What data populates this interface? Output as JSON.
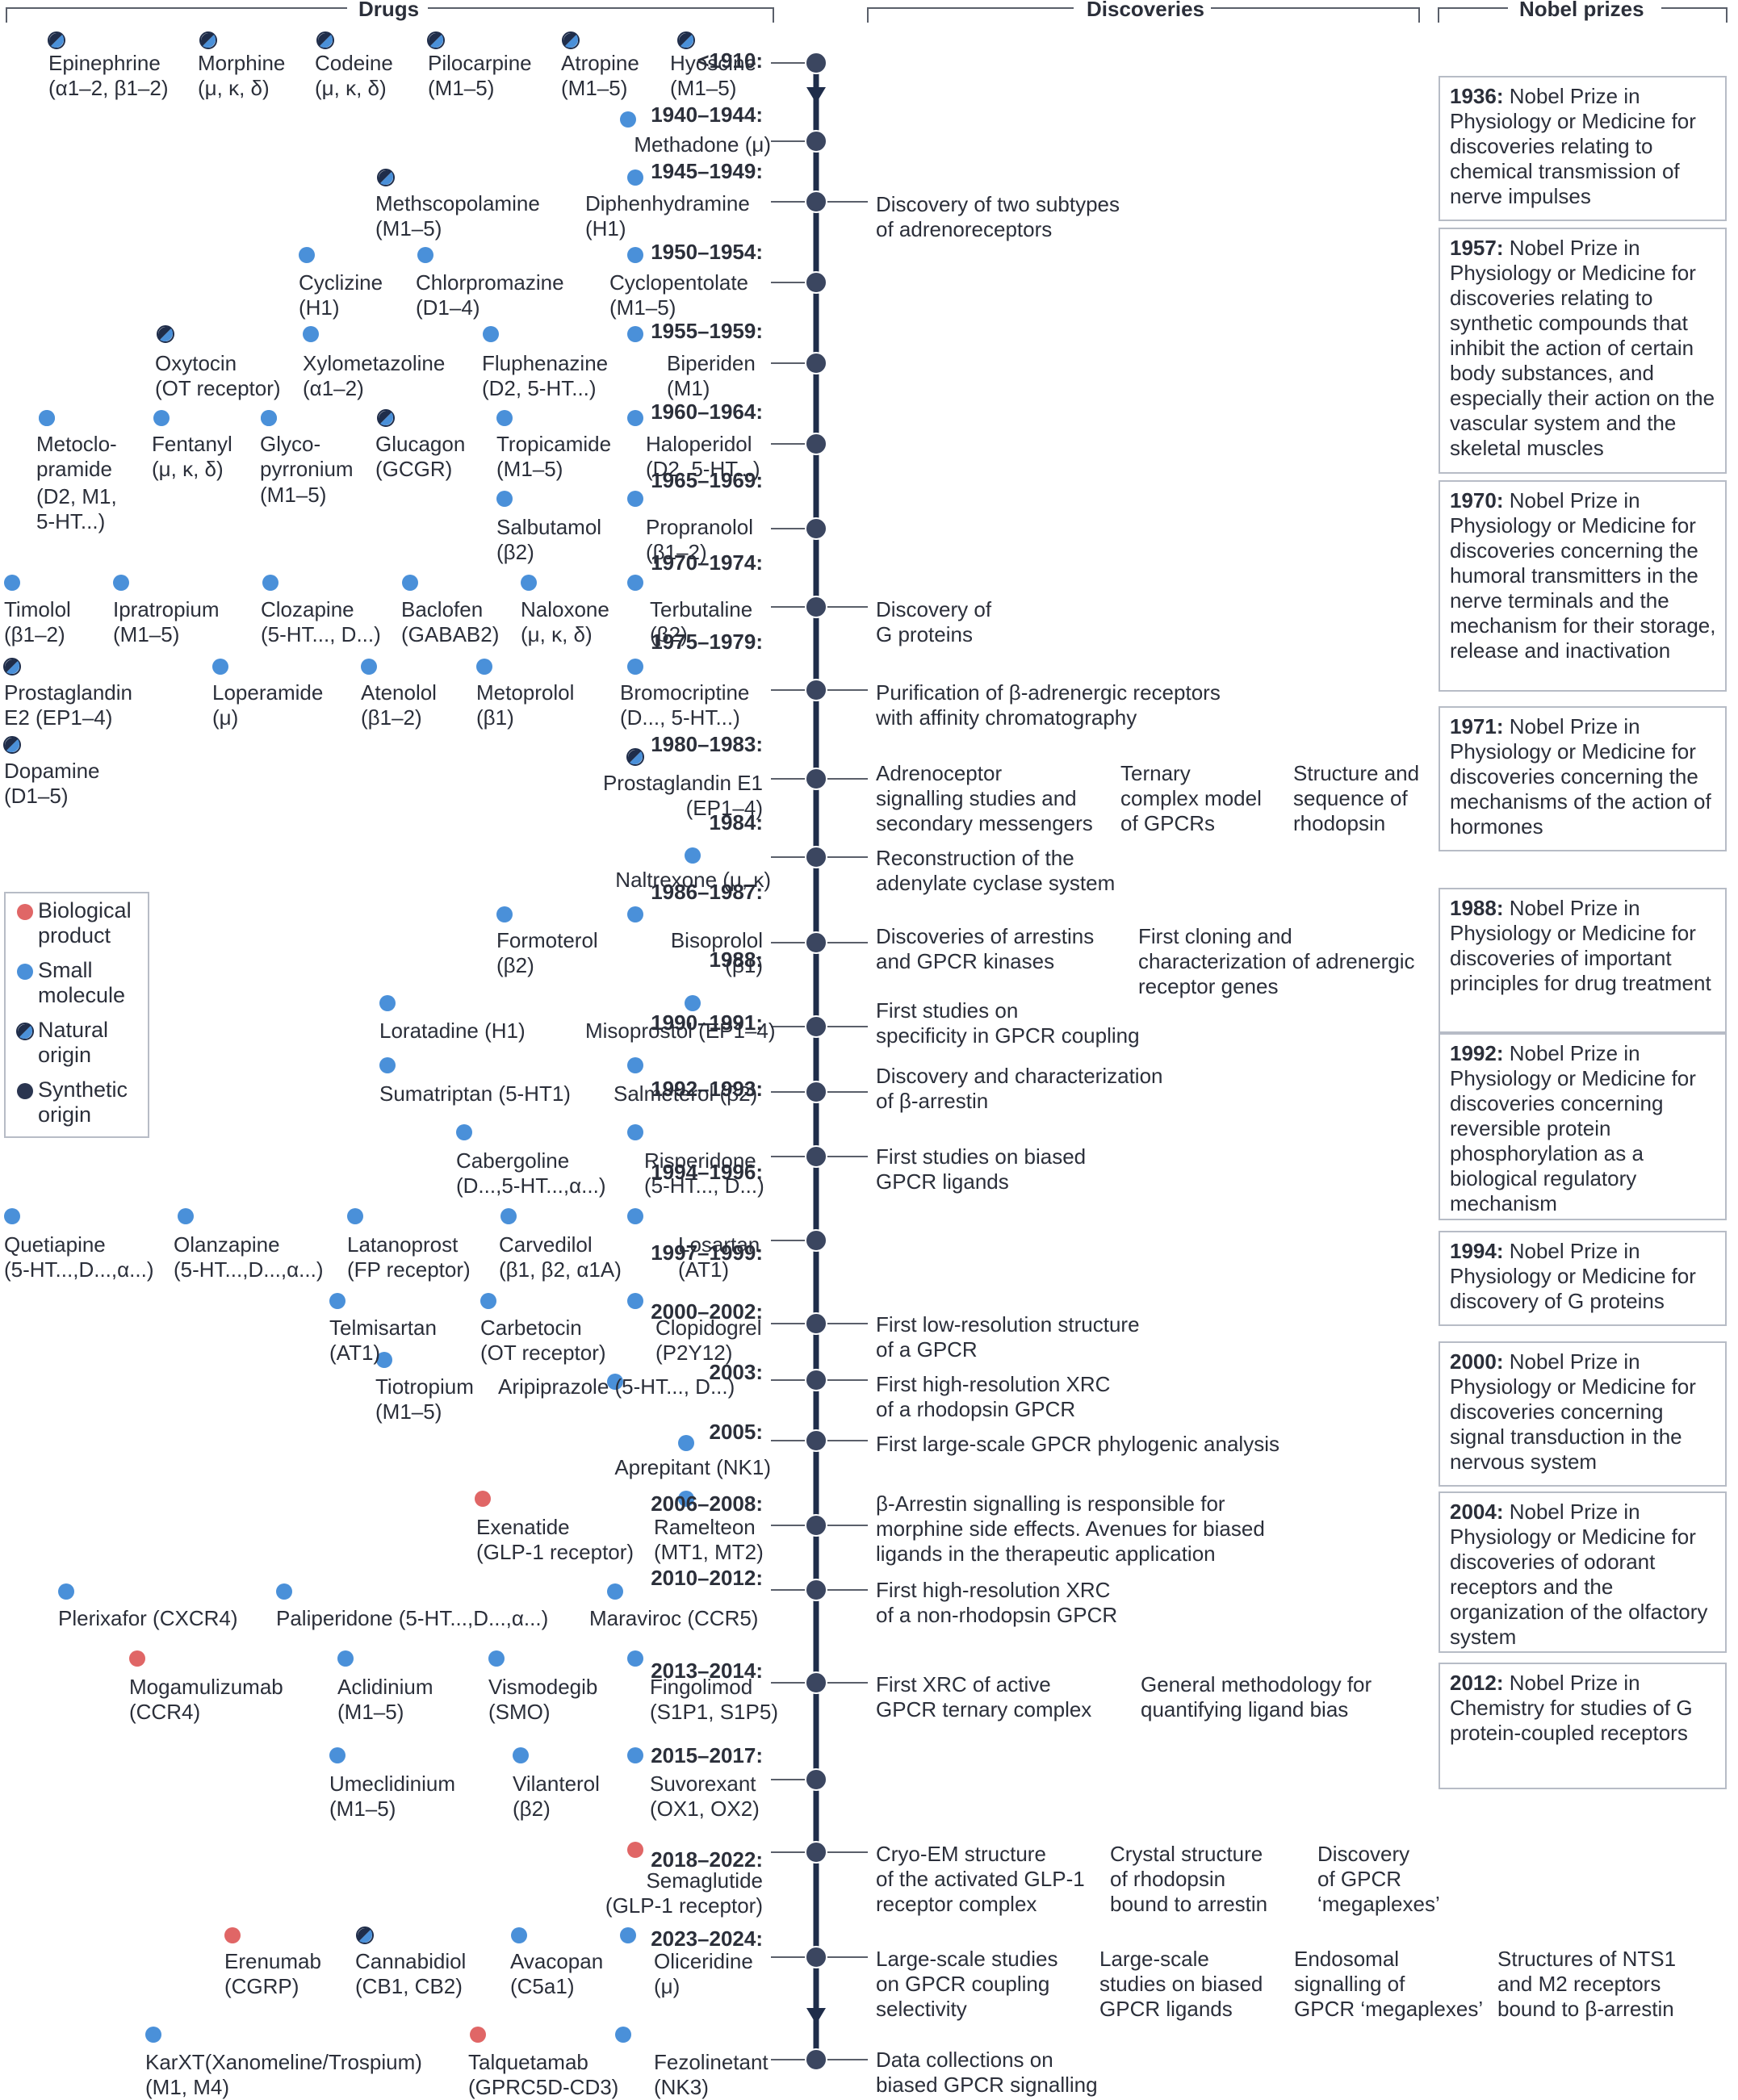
{
  "headers": {
    "drugs": "Drugs",
    "discoveries": "Discoveries",
    "nobel": "Nobel prizes"
  },
  "colors": {
    "biological": "#e06666",
    "small": "#4a90d9",
    "natural": "#1f2d4a",
    "synthetic": "#3b4660",
    "axis": "#1f2d4a",
    "line": "#5a5f6a",
    "box": "#b7bcc6"
  },
  "legend": [
    "Biological product",
    "Small molecule",
    "Natural origin",
    "Synthetic origin"
  ],
  "years": [
    "<1910:",
    "1940–1944:",
    "1945–1949:",
    "1950–1954:",
    "1955–1959:",
    "1960–1964:",
    "1965–1969:",
    "1970–1974:",
    "1975–1979:",
    "1980–1983:",
    "1984:",
    "1986–1987:",
    "1988:",
    "1990–1991:",
    "1992–1993:",
    "1994–1996:",
    "1997–1999:",
    "2000–2002:",
    "2003:",
    "2005:",
    "2006–2008:",
    "2010–2012:",
    "2013–2014:",
    "2015–2017:",
    "2018–2022:",
    "2023–2024:"
  ],
  "drugs": [
    {
      "name": "Epinephrine",
      "target": "(α1–2, β1–2)",
      "type": "natural"
    },
    {
      "name": "Morphine",
      "target": "(μ, κ, δ)",
      "type": "natural"
    },
    {
      "name": "Codeine",
      "target": "(μ, κ, δ)",
      "type": "natural"
    },
    {
      "name": "Pilocarpine",
      "target": "(M1–5)",
      "type": "natural"
    },
    {
      "name": "Atropine",
      "target": "(M1–5)",
      "type": "natural"
    },
    {
      "name": "Hyoscine",
      "target": "(M1–5)",
      "type": "natural"
    },
    {
      "name": "Methadone (μ)",
      "target": "",
      "type": "small"
    },
    {
      "name": "Methscopolamine",
      "target": "(M1–5)",
      "type": "natural"
    },
    {
      "name": "Diphenhydramine",
      "target": "(H1)",
      "type": "small"
    },
    {
      "name": "Cyclizine",
      "target": "(H1)",
      "type": "small"
    },
    {
      "name": "Chlorpromazine",
      "target": "(D1–4)",
      "type": "small"
    },
    {
      "name": "Cyclopentolate",
      "target": "(M1–5)",
      "type": "small"
    },
    {
      "name": "Oxytocin",
      "target": "(OT receptor)",
      "type": "natural"
    },
    {
      "name": "Xylometazoline",
      "target": "(α1–2)",
      "type": "small"
    },
    {
      "name": "Fluphenazine",
      "target": "(D2, 5-HT...)",
      "type": "small"
    },
    {
      "name": "Biperiden",
      "target": "(M1)",
      "type": "small"
    },
    {
      "name": "Metoclo-",
      "target": "pramide",
      "type": "small"
    },
    {
      "name": "(D2, M1,",
      "target": "5-HT...)",
      "type": "small"
    },
    {
      "name": "Fentanyl",
      "target": "(μ, κ, δ)",
      "type": "small"
    },
    {
      "name": "Glyco-",
      "target": "pyrronium",
      "type": "small"
    },
    {
      "name": "(M1–5)",
      "target": "",
      "type": "small"
    },
    {
      "name": "Glucagon",
      "target": "(GCGR)",
      "type": "natural"
    },
    {
      "name": "Tropicamide",
      "target": "(M1–5)",
      "type": "small"
    },
    {
      "name": "Haloperidol",
      "target": "(D2, 5-HT...)",
      "type": "small"
    },
    {
      "name": "Salbutamol",
      "target": "(β2)",
      "type": "small"
    },
    {
      "name": "Propranolol",
      "target": "(β1–2)",
      "type": "small"
    },
    {
      "name": "Timolol",
      "target": "(β1–2)",
      "type": "small"
    },
    {
      "name": "Ipratropium",
      "target": "(M1–5)",
      "type": "small"
    },
    {
      "name": "Clozapine",
      "target": "(5-HT..., D...)",
      "type": "small"
    },
    {
      "name": "Baclofen",
      "target": "(GABAB2)",
      "type": "small"
    },
    {
      "name": "Naloxone",
      "target": "(μ, κ, δ)",
      "type": "small"
    },
    {
      "name": "Terbutaline",
      "target": "(β2)",
      "type": "small"
    },
    {
      "name": "Prostaglandin",
      "target": "E2 (EP1–4)",
      "type": "natural"
    },
    {
      "name": "Loperamide",
      "target": "(μ)",
      "type": "small"
    },
    {
      "name": "Atenolol",
      "target": "(β1–2)",
      "type": "small"
    },
    {
      "name": "Metoprolol",
      "target": "(β1)",
      "type": "small"
    },
    {
      "name": "Bromocriptine",
      "target": "(D..., 5-HT...)",
      "type": "small"
    },
    {
      "name": "Dopamine",
      "target": "(D1–5)",
      "type": "natural"
    },
    {
      "name": "Prostaglandin E1",
      "target": "(EP1–4)",
      "type": "natural"
    },
    {
      "name": "Naltrexone (μ, κ)",
      "target": "",
      "type": "small"
    },
    {
      "name": "Formoterol",
      "target": "(β2)",
      "type": "small"
    },
    {
      "name": "Bisoprolol",
      "target": "(β1)",
      "type": "small"
    },
    {
      "name": "Loratadine (H1)",
      "target": "",
      "type": "small"
    },
    {
      "name": "Misoprostol (EP1–4)",
      "target": "",
      "type": "small"
    },
    {
      "name": "Sumatriptan (5-HT1)",
      "target": "",
      "type": "small"
    },
    {
      "name": "Salmeterol (β2)",
      "target": "",
      "type": "small"
    },
    {
      "name": "Cabergoline",
      "target": "(D...,5-HT...,α...)",
      "type": "small"
    },
    {
      "name": "Risperidone",
      "target": "(5-HT..., D...)",
      "type": "small"
    },
    {
      "name": "Quetiapine",
      "target": "(5-HT...,D...,α...)",
      "type": "small"
    },
    {
      "name": "Olanzapine",
      "target": "(5-HT...,D...,α...)",
      "type": "small"
    },
    {
      "name": "Latanoprost",
      "target": "(FP receptor)",
      "type": "small"
    },
    {
      "name": "Carvedilol",
      "target": "(β1, β2, α1A)",
      "type": "small"
    },
    {
      "name": "Losartan",
      "target": "(AT1)",
      "type": "small"
    },
    {
      "name": "Telmisartan",
      "target": "(AT1)",
      "type": "small"
    },
    {
      "name": "Carbetocin",
      "target": "(OT receptor)",
      "type": "small"
    },
    {
      "name": "Clopidogrel",
      "target": "(P2Y12)",
      "type": "small"
    },
    {
      "name": "Tiotropium",
      "target": "(M1–5)",
      "type": "small"
    },
    {
      "name": "Aripiprazole (5-HT..., D...)",
      "target": "",
      "type": "small"
    },
    {
      "name": "Aprepitant (NK1)",
      "target": "",
      "type": "small"
    },
    {
      "name": "Exenatide",
      "target": "(GLP-1 receptor)",
      "type": "biological"
    },
    {
      "name": "Ramelteon",
      "target": "(MT1, MT2)",
      "type": "small"
    },
    {
      "name": "Plerixafor (CXCR4)",
      "target": "",
      "type": "small"
    },
    {
      "name": "Paliperidone (5-HT...,D...,α...)",
      "target": "",
      "type": "small"
    },
    {
      "name": "Maraviroc (CCR5)",
      "target": "",
      "type": "small"
    },
    {
      "name": "Mogamulizumab",
      "target": "(CCR4)",
      "type": "biological"
    },
    {
      "name": "Aclidinium",
      "target": "(M1–5)",
      "type": "small"
    },
    {
      "name": "Vismodegib",
      "target": "(SMO)",
      "type": "small"
    },
    {
      "name": "Fingolimod",
      "target": "(S1P1, S1P5)",
      "type": "small"
    },
    {
      "name": "Umeclidinium",
      "target": "(M1–5)",
      "type": "small"
    },
    {
      "name": "Vilanterol",
      "target": "(β2)",
      "type": "small"
    },
    {
      "name": "Suvorexant",
      "target": "(OX1, OX2)",
      "type": "small"
    },
    {
      "name": "Semaglutide",
      "target": "(GLP-1 receptor)",
      "type": "biological"
    },
    {
      "name": "Erenumab",
      "target": "(CGRP)",
      "type": "biological"
    },
    {
      "name": "Cannabidiol",
      "target": "(CB1, CB2)",
      "type": "natural"
    },
    {
      "name": "Avacopan",
      "target": "(C5a1)",
      "type": "small"
    },
    {
      "name": "Oliceridine",
      "target": "(μ)",
      "type": "small"
    },
    {
      "name": "KarXT(Xanomeline/Trospium)",
      "target": "(M1, M4)",
      "type": "small"
    },
    {
      "name": "Talquetamab",
      "target": "(GPRC5D-CD3)",
      "type": "biological"
    },
    {
      "name": "Fezolinetant",
      "target": "(NK3)",
      "type": "small"
    }
  ],
  "discoveries": [
    "Discovery of two subtypes",
    "of adrenoreceptors",
    "Discovery of",
    "G proteins",
    "Purification of β-adrenergic receptors",
    "with affinity chromatography",
    "Adrenoceptor",
    "signalling studies and",
    "secondary messengers",
    "Ternary",
    "complex model",
    "of GPCRs",
    "Structure and",
    "sequence of",
    "rhodopsin",
    "Reconstruction of the",
    "adenylate cyclase system",
    "Discoveries of arrestins",
    "and GPCR kinases",
    "First cloning and",
    "characterization of adrenergic",
    "receptor genes",
    "First studies on",
    "specificity in GPCR coupling",
    "Discovery and characterization",
    "of β-arrestin",
    "First studies on biased",
    "GPCR ligands",
    "First low-resolution structure",
    "of a GPCR",
    "First high-resolution XRC",
    "of a rhodopsin GPCR",
    "First large-scale GPCR phylogenic analysis",
    "β-Arrestin signalling is responsible for",
    "morphine side effects. Avenues for biased",
    "ligands in the therapeutic application",
    "First high-resolution XRC",
    "of a non-rhodopsin GPCR",
    "First XRC of active",
    "GPCR ternary complex",
    "General methodology for",
    "quantifying ligand bias",
    "Cryo-EM structure",
    "of the activated GLP-1",
    "receptor complex",
    "Crystal structure",
    "of rhodopsin",
    "bound to arrestin",
    "Discovery",
    "of GPCR",
    "‘megaplexes’",
    "Large-scale studies",
    "on GPCR coupling",
    "selectivity",
    "Large-scale",
    "studies on biased",
    "GPCR ligands",
    "Endosomal",
    "signalling of",
    "GPCR ‘megaplexes’",
    "Structures of NTS1",
    "and M2 receptors",
    "bound to β-arrestin",
    "Data collections on",
    "biased GPCR signalling"
  ],
  "nobel": [
    {
      "year": "1936:",
      "text": "Nobel Prize in Physiology or Medicine for discoveries relating to chemical transmission of nerve impulses"
    },
    {
      "year": "1957:",
      "text": "Nobel Prize in Physiology or Medicine for discoveries relating to synthetic compounds that inhibit the action of certain body substances, and especially their action on the vascular system and the skeletal muscles"
    },
    {
      "year": "1970:",
      "text": "Nobel Prize in Physiology or Medicine for discoveries concerning the humoral transmitters in the nerve terminals and the mechanism for their storage, release and inactivation"
    },
    {
      "year": "1971:",
      "text": "Nobel Prize in Physiology or Medicine for discoveries concerning the mechanisms of the action of hormones"
    },
    {
      "year": "1988:",
      "text": "Nobel Prize in Physiology or Medicine for discoveries of important principles for drug treatment"
    },
    {
      "year": "1992:",
      "text": "Nobel Prize in Physiology or Medicine for discoveries concerning reversible protein phosphorylation as a biological regulatory mechanism"
    },
    {
      "year": "1994:",
      "text": "Nobel Prize in Physiology or Medicine for discovery of G proteins"
    },
    {
      "year": "2000:",
      "text": "Nobel Prize in Physiology or Medicine for discoveries concerning signal transduction in the nervous system"
    },
    {
      "year": "2004:",
      "text": "Nobel Prize in Physiology or Medicine for discoveries of odorant receptors and the organization of the olfactory system"
    },
    {
      "year": "2012:",
      "text": "Nobel Prize in Chemistry for studies of G protein-coupled receptors"
    }
  ]
}
